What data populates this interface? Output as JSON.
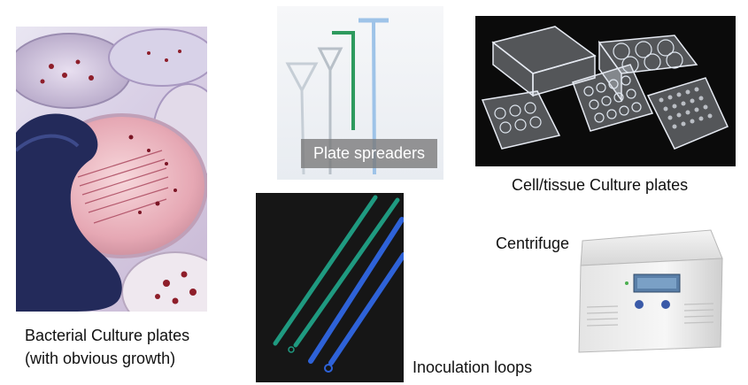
{
  "captions": {
    "bacterial_line1": "Bacterial Culture plates",
    "bacterial_line2": "(with obvious growth)",
    "plate_spreaders": "Plate spreaders",
    "cell_tissue": "Cell/tissue Culture plates",
    "centrifuge": "Centrifuge",
    "inoculation_loops": "Inoculation loops"
  },
  "colors": {
    "spreader_green": "#2e9a5e",
    "spreader_blue": "#9ec3e8",
    "loop_teal": "#1f9a80",
    "loop_blue": "#2e62d8",
    "colony_red": "#8e1e2a"
  }
}
